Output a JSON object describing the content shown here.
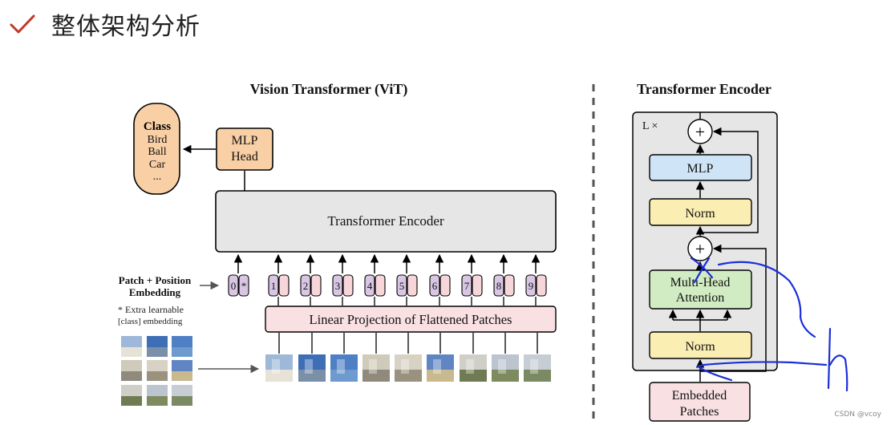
{
  "page": {
    "heading": "整体架构分析",
    "watermark": "CSDN @vcoy"
  },
  "vit": {
    "title": "Vision Transformer (ViT)",
    "class_box": {
      "heading": "Class",
      "items": [
        "Bird",
        "Ball",
        "Car",
        "..."
      ]
    },
    "mlp_head": [
      "MLP",
      "Head"
    ],
    "encoder_label": "Transformer Encoder",
    "patch_label": [
      "Patch + Position",
      "Embedding"
    ],
    "footnote": [
      "* Extra learnable",
      "[class] embedding"
    ],
    "linear_projection": "Linear Projection of Flattened Patches",
    "token_indices": [
      "0",
      "1",
      "2",
      "3",
      "4",
      "5",
      "6",
      "7",
      "8",
      "9"
    ],
    "class_token_mark": "*"
  },
  "encoder": {
    "title": "Transformer Encoder",
    "repeat_label": "L ×",
    "plus_symbol": "+",
    "mlp": "MLP",
    "norm_top": "Norm",
    "attention": [
      "Multi-Head",
      "Attention"
    ],
    "norm_bottom": "Norm",
    "embedded": [
      "Embedded",
      "Patches"
    ]
  },
  "colors": {
    "accent_check": "#c0392b",
    "mlp_head": "#f9cfa5",
    "encoder_gray": "#e6e6e6",
    "token_purple": "#d8c6e3",
    "token_pink": "#f7d6da",
    "projection": "#f9e0e3",
    "mlp_blue": "#cfe5f7",
    "norm_yellow": "#fbeeb3",
    "attention_green": "#d1ebc2",
    "pen_blue": "#1a2fd8"
  }
}
